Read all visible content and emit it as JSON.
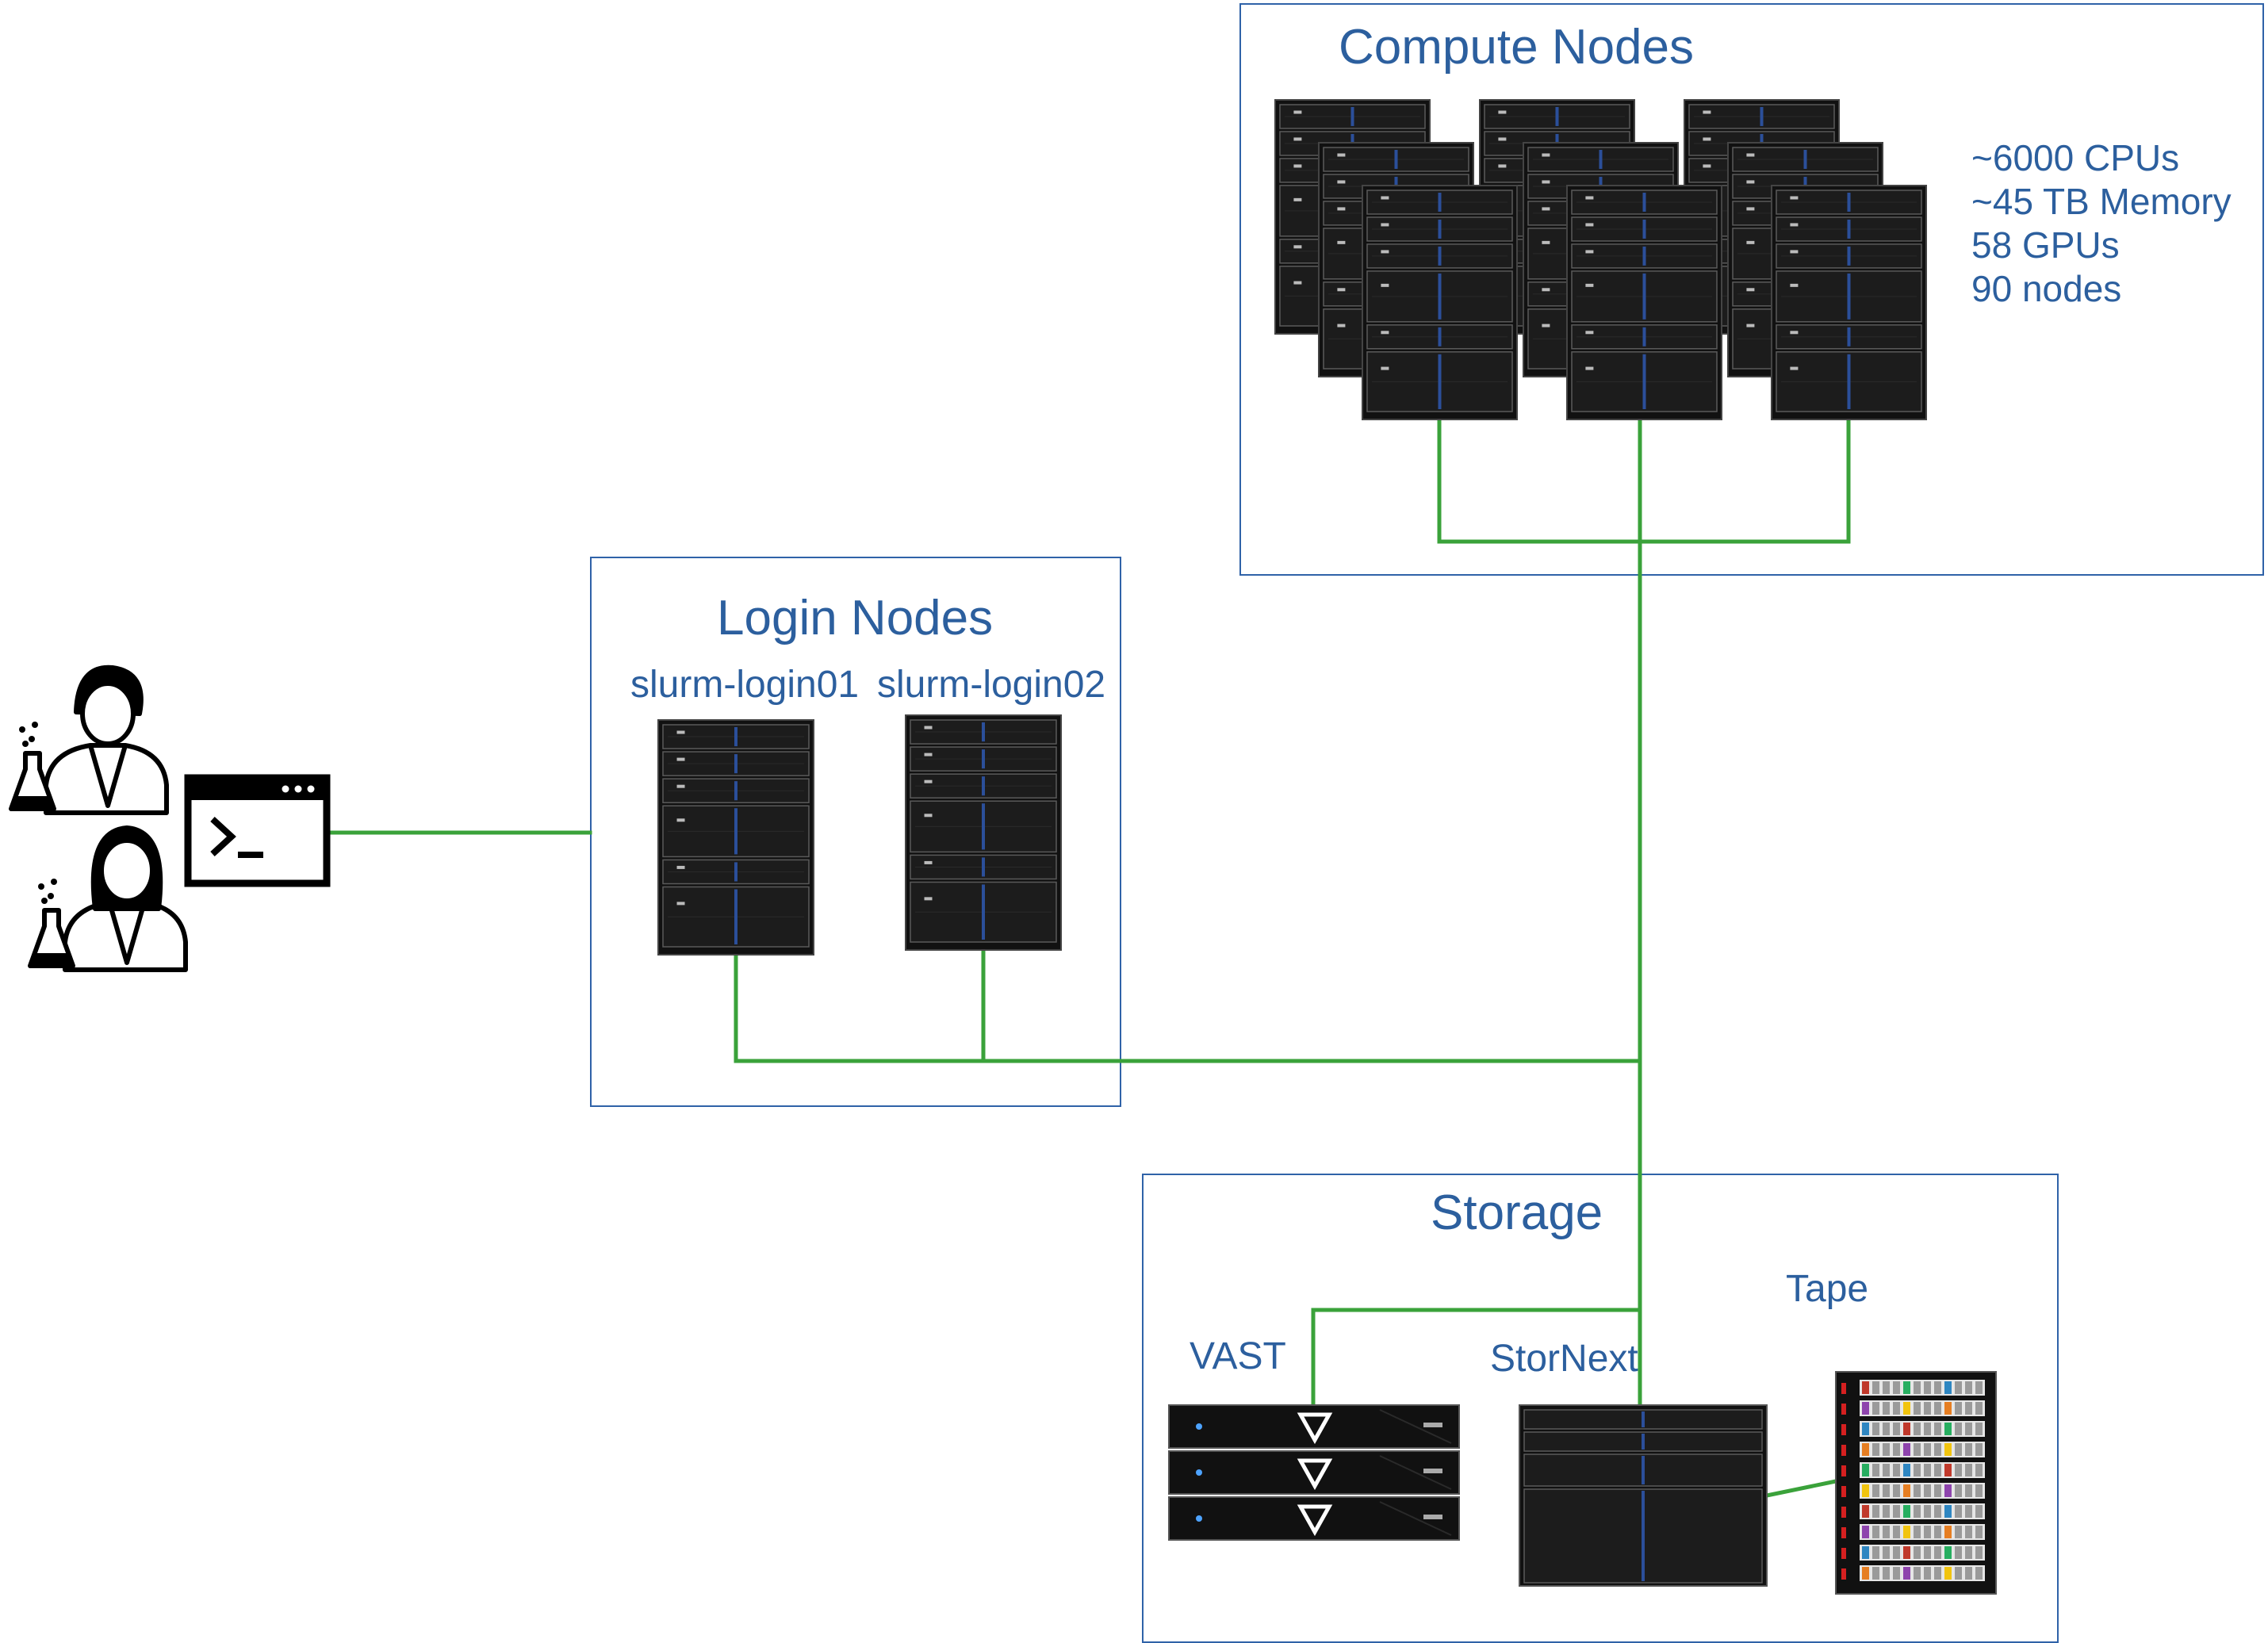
{
  "compute": {
    "title": "Compute Nodes",
    "stats": [
      "~6000 CPUs",
      "~45 TB Memory",
      "58 GPUs",
      "90 nodes"
    ]
  },
  "login": {
    "title": "Login Nodes",
    "nodes": [
      "slurm-login01",
      "slurm-login02"
    ]
  },
  "storage": {
    "title": "Storage",
    "systems": [
      "VAST",
      "StorNext",
      "Tape"
    ]
  },
  "icons": {
    "users": [
      "scientist-male-icon",
      "scientist-female-icon"
    ],
    "terminal": "terminal-window-icon",
    "server": "server-rack-icon",
    "tape": "tape-library-icon"
  },
  "colors": {
    "frame": "#2f62a8",
    "label": "#2c5f9e",
    "link": "#3aa23a",
    "hardware": "#111111"
  }
}
